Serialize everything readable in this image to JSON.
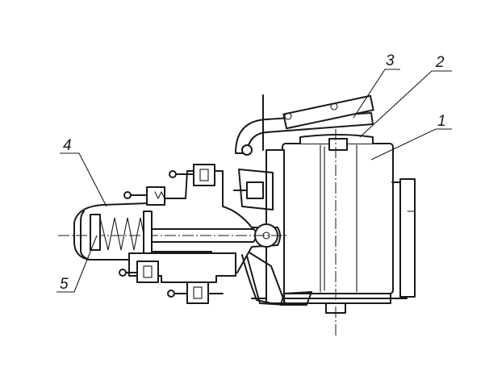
{
  "diagram": {
    "callouts": [
      {
        "id": "callout-1",
        "text": "1"
      },
      {
        "id": "callout-2",
        "text": "2"
      },
      {
        "id": "callout-3",
        "text": "3"
      },
      {
        "id": "callout-4",
        "text": "4"
      },
      {
        "id": "callout-5",
        "text": "5"
      }
    ],
    "line_color": "#1a1a1a",
    "background": "#ffffff",
    "hatch_style": "cross-hatch"
  }
}
